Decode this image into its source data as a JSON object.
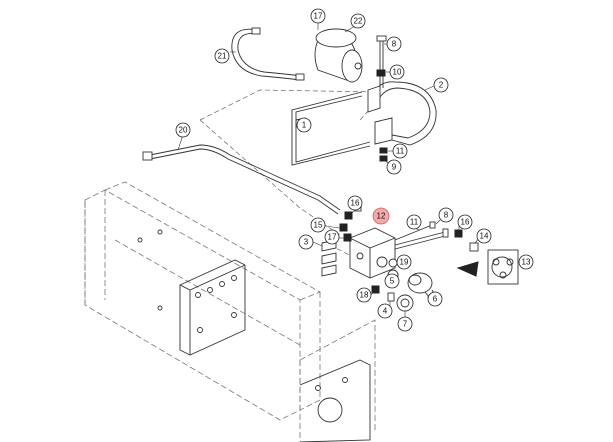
{
  "callouts": [
    {
      "id": "c17a",
      "label": "17"
    },
    {
      "id": "c22",
      "label": "22"
    },
    {
      "id": "c8a",
      "label": "8"
    },
    {
      "id": "c21",
      "label": "21"
    },
    {
      "id": "c10",
      "label": "10"
    },
    {
      "id": "c2",
      "label": "2"
    },
    {
      "id": "c1",
      "label": "1"
    },
    {
      "id": "c20",
      "label": "20"
    },
    {
      "id": "c11a",
      "label": "11"
    },
    {
      "id": "c9",
      "label": "9"
    },
    {
      "id": "c16a",
      "label": "16"
    },
    {
      "id": "c12",
      "label": "12",
      "highlight": true
    },
    {
      "id": "c11b",
      "label": "11"
    },
    {
      "id": "c8b",
      "label": "8"
    },
    {
      "id": "c15",
      "label": "15"
    },
    {
      "id": "c16b",
      "label": "16"
    },
    {
      "id": "c17b",
      "label": "17"
    },
    {
      "id": "c14",
      "label": "14"
    },
    {
      "id": "c3",
      "label": "3"
    },
    {
      "id": "c13",
      "label": "13"
    },
    {
      "id": "c19",
      "label": "19"
    },
    {
      "id": "c5",
      "label": "5"
    },
    {
      "id": "c18",
      "label": "18"
    },
    {
      "id": "c6",
      "label": "6"
    },
    {
      "id": "c4",
      "label": "4"
    },
    {
      "id": "c7",
      "label": "7"
    }
  ],
  "colors": {
    "highlight_fill": "#f4a8a8",
    "highlight_stroke": "#d06060",
    "line": "#333333",
    "background": "#ffffff"
  }
}
